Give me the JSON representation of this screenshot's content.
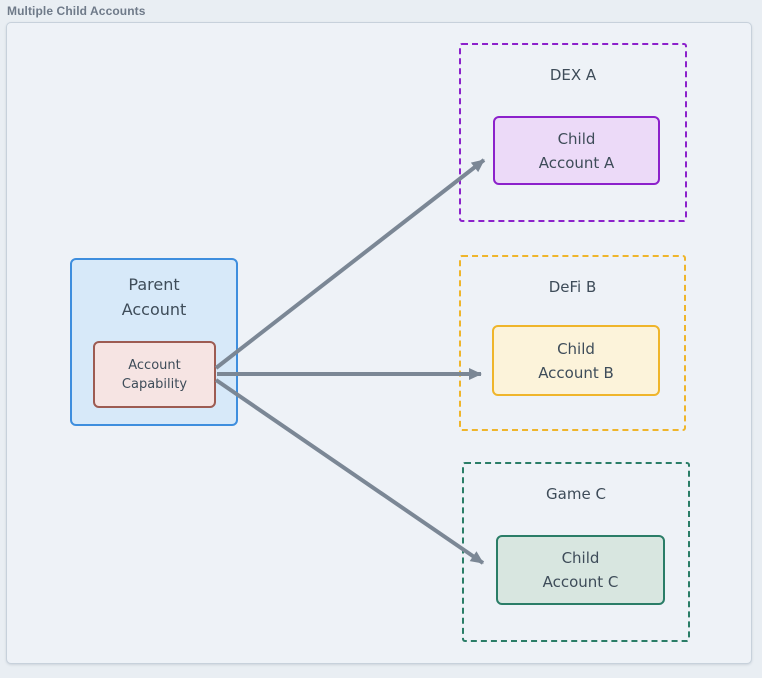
{
  "diagram_title": "Multiple Child Accounts",
  "parent": {
    "label": [
      "Parent",
      "Account"
    ],
    "capability": [
      "Account",
      "Capability"
    ],
    "fill": "#d7e9f9",
    "border": "#3e8ede",
    "capability_fill": "#f6e4e3",
    "capability_border": "#9d5b52"
  },
  "zones": [
    {
      "name": "DEX A",
      "child": [
        "Child",
        "Account A"
      ],
      "accent": "#8c21cb",
      "fill": "#ecdaf8"
    },
    {
      "name": "DeFi B",
      "child": [
        "Child",
        "Account B"
      ],
      "accent": "#efb52b",
      "fill": "#fcf3da"
    },
    {
      "name": "Game C",
      "child": [
        "Child",
        "Account C"
      ],
      "accent": "#2a7d67",
      "fill": "#d8e6e0"
    }
  ],
  "colors": {
    "arrow": "#7b8795",
    "text": "#3e4c59",
    "canvas_bg": "#eef2f7",
    "page_bg": "#e9eef3"
  }
}
